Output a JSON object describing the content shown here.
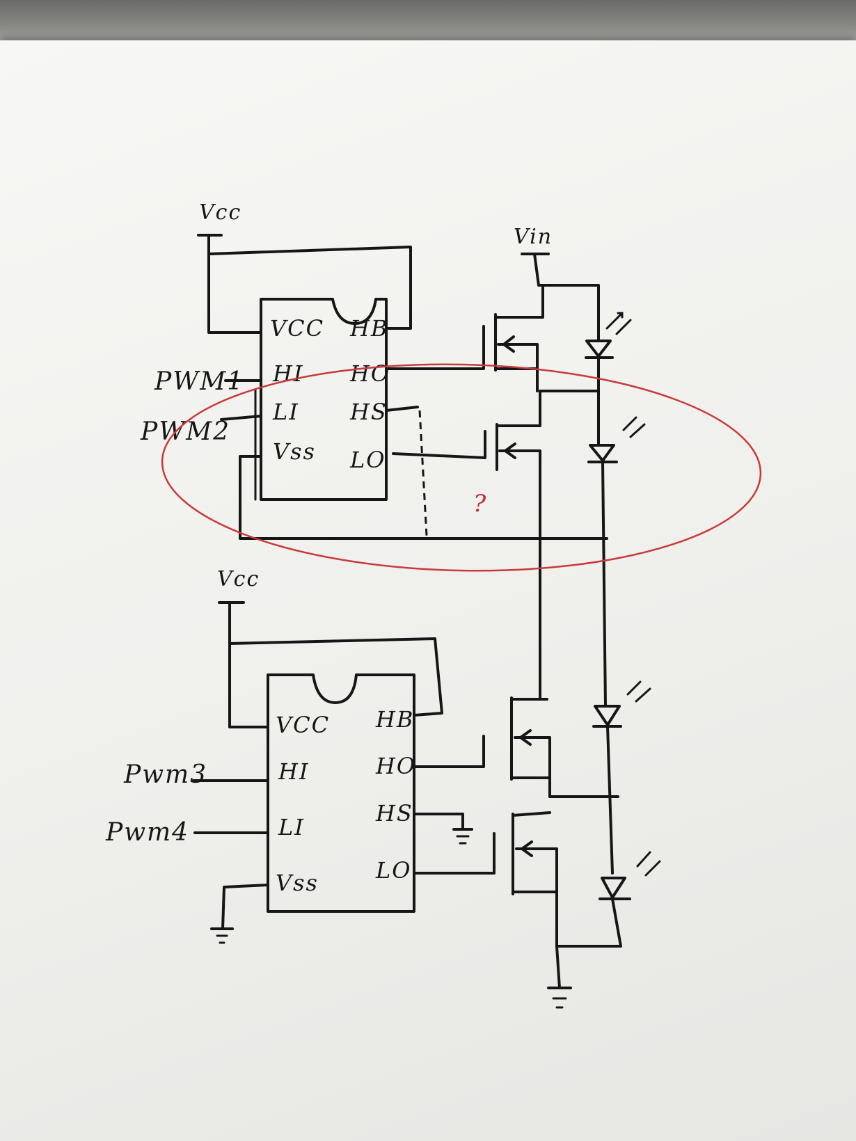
{
  "driver_top": {
    "supply": "Vcc",
    "pins_left": [
      "VCC",
      "HI",
      "LI",
      "Vss"
    ],
    "pins_right": [
      "HB",
      "HO",
      "HS",
      "LO"
    ],
    "inputs": [
      "PWM1",
      "PWM2"
    ]
  },
  "driver_bottom": {
    "supply": "Vcc",
    "pins_left": [
      "VCC",
      "HI",
      "LI",
      "Vss"
    ],
    "pins_right": [
      "HB",
      "HO",
      "HS",
      "LO"
    ],
    "inputs": [
      "Pwm3",
      "Pwm4"
    ]
  },
  "rails": {
    "vin": "Vin"
  },
  "annotation": {
    "question_mark": "?",
    "highlight_color": "#c73a3a"
  },
  "ink_color": "#161616"
}
